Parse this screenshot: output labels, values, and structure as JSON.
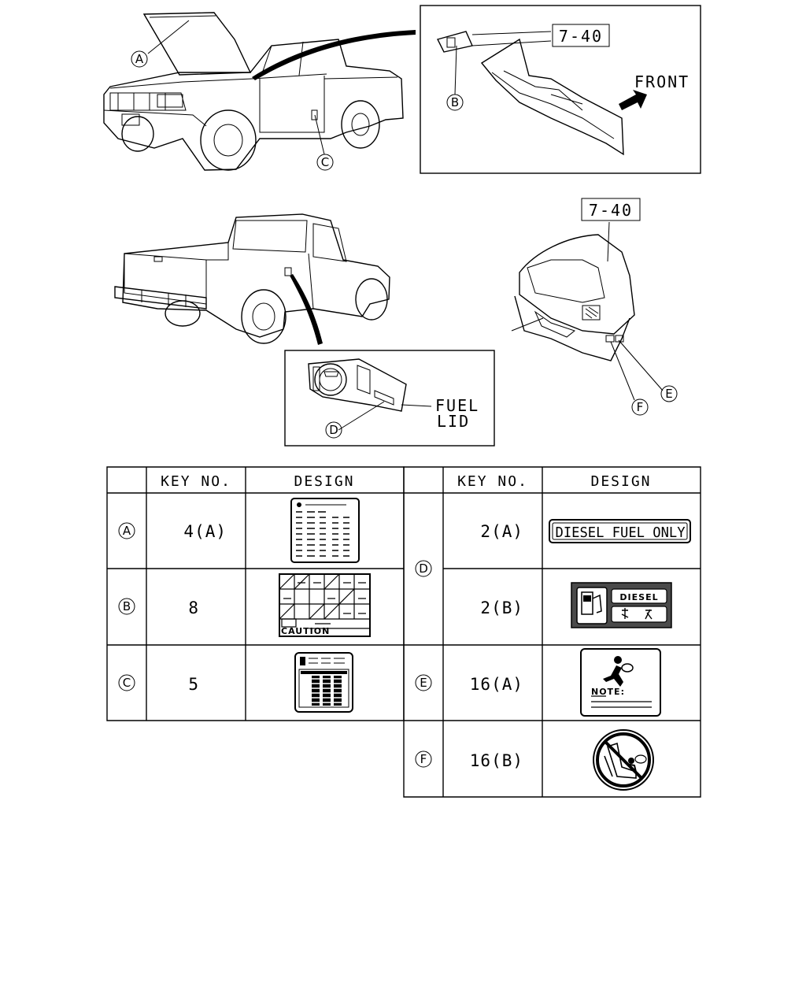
{
  "callouts": {
    "a": "A",
    "b": "B",
    "c": "C",
    "d": "D",
    "e": "E",
    "f": "F"
  },
  "ref_top": "7-40",
  "ref_mid": "7-40",
  "front_label": "FRONT",
  "fuel_lid_line1": "FUEL",
  "fuel_lid_line2": "LID",
  "table": {
    "headers": {
      "key_no": "KEY NO.",
      "design": "DESIGN"
    },
    "rows": [
      {
        "mark": "A",
        "key_no": "4(A)"
      },
      {
        "mark": "B",
        "key_no": "8"
      },
      {
        "mark": "C",
        "key_no": "5"
      },
      {
        "mark": "D",
        "key_no": "2(A)"
      },
      {
        "mark": "D",
        "key_no": "2(B)"
      },
      {
        "mark": "E",
        "key_no": "16(A)"
      },
      {
        "mark": "F",
        "key_no": "16(B)"
      }
    ]
  },
  "labels": {
    "diesel_fuel_only": "DIESEL FUEL ONLY",
    "diesel": "DIESEL",
    "caution": "CAUTION",
    "note": "NOTE:"
  }
}
